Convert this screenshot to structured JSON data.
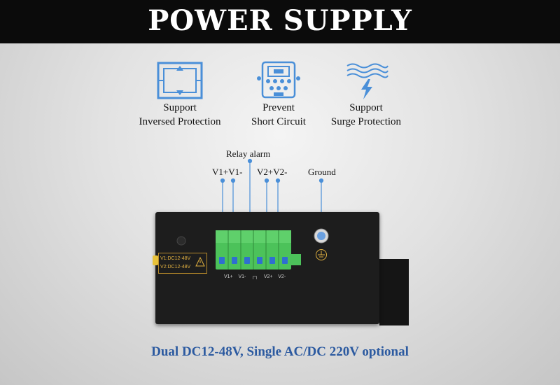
{
  "header": {
    "title": "POWER SUPPLY"
  },
  "features": [
    {
      "icon": "reverse-polarity-icon",
      "line1": "Support",
      "line2": "Inversed Protection"
    },
    {
      "icon": "short-circuit-icon",
      "line1": "Prevent",
      "line2": "Short Circuit"
    },
    {
      "icon": "surge-protection-icon",
      "line1": "Support",
      "line2": "Surge Protection"
    }
  ],
  "callouts": {
    "relay": "Relay alarm",
    "v1": "V1+V1-",
    "v2": "V2+V2-",
    "ground": "Ground"
  },
  "device": {
    "rating_line1": "V1:DC12-48V",
    "rating_line2": "V2:DC12-48V",
    "terminal_v1p": "V1+",
    "terminal_v1m": "V1-",
    "terminal_v2p": "V2+",
    "terminal_v2m": "V2-"
  },
  "footer": {
    "text": "Dual DC12-48V, Single AC/DC 220V optional"
  },
  "colors": {
    "accent": "#2c5aa0",
    "icon_blue": "#4a8fd8",
    "terminal_green": "#4cc25a",
    "header_bg": "#0b0b0b"
  }
}
